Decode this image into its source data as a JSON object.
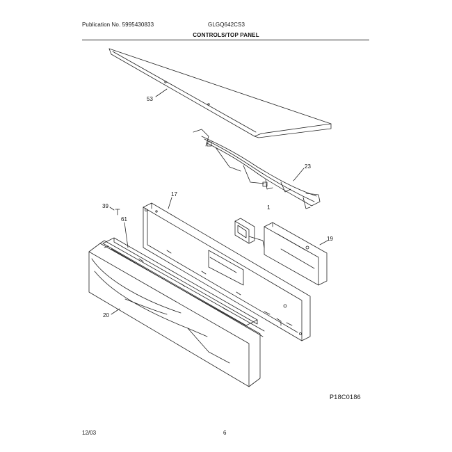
{
  "header": {
    "publication": "Publication No. 5995430833",
    "model": "GLGQ642CS3"
  },
  "section_title": "CONTROLS/TOP PANEL",
  "callouts": {
    "top_panel": "53",
    "wire_harness": "23",
    "control_panel": "17",
    "misc": "1",
    "screw": "39",
    "trim": "61",
    "control_board": "19",
    "console": "20"
  },
  "diagram_code": "P18C0186",
  "footer": {
    "date": "12/03",
    "page": "6"
  }
}
